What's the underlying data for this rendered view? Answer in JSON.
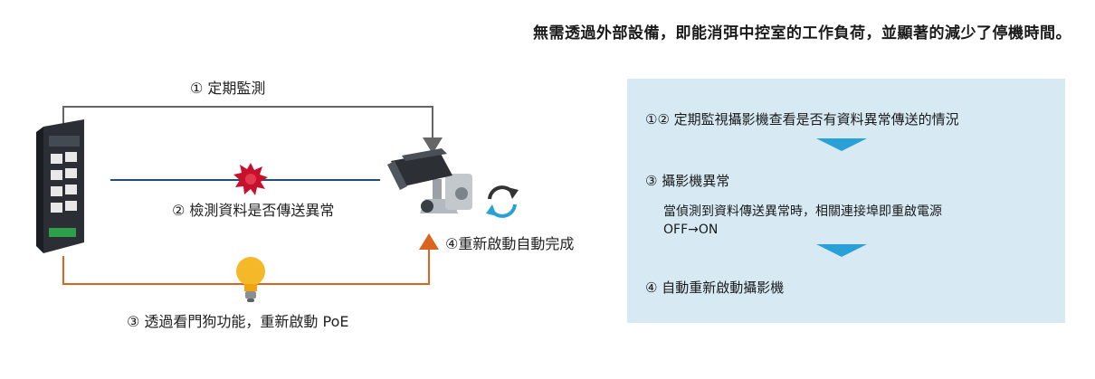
{
  "headline": "無需透過外部設備，即能消弭中控室的工作負荷，並顯著的減少了停機時間。",
  "diagram": {
    "step1_label": "① 定期監測",
    "step2_label": "② 檢測資料是否傳送異常",
    "step3_label": "③ 透過看門狗功能，重新啟動  PoE",
    "step4_label": "④重新啟動自動完成",
    "colors": {
      "monitor_line": "#666666",
      "data_line": "#1f4e79",
      "poe_line": "#d9641e",
      "alert": "#c8102e",
      "bulb": "#f5b829"
    },
    "icons": [
      "poe-switch-icon",
      "alert-burst-icon",
      "lightbulb-icon",
      "camera-icon",
      "refresh-icon"
    ]
  },
  "panel": {
    "item1": "①② 定期監視攝影機查看是否有資料異常傳送的情況",
    "item2_title": "③ 攝影機異常",
    "item2_desc_line1": "當偵測到資料傳送異常時，相關連接埠即重啟電源",
    "item2_desc_line2": "OFF→ON",
    "item3": "④ 自動重新啟動攝影機",
    "background": "#d7eaf4",
    "arrow_color": "#2aa1d6"
  }
}
